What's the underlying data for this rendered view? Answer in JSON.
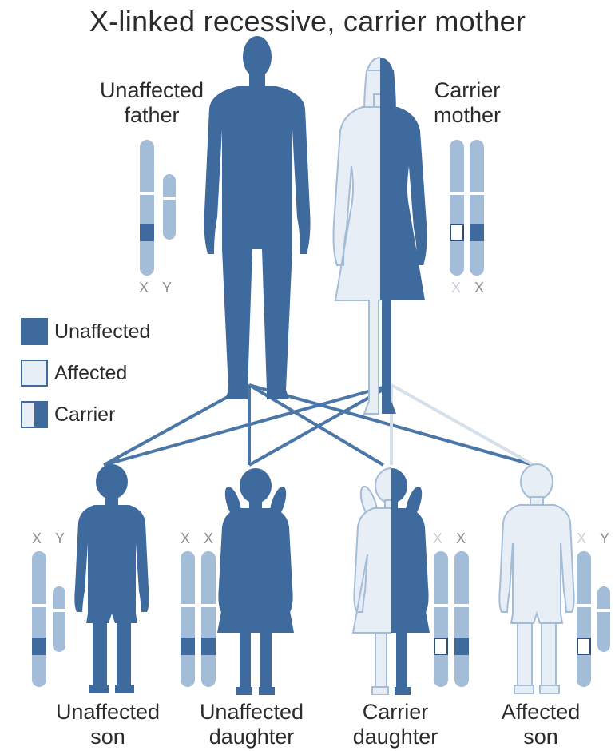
{
  "title": "X-linked recessive, carrier mother",
  "colors": {
    "dark": "#3e6a9e",
    "light": "#e8eef5",
    "chromosome": "#a3bcd8",
    "line": "#4a76a8",
    "line_light": "#d6e0ea"
  },
  "parents": {
    "father": {
      "label_line1": "Unaffected",
      "label_line2": "father",
      "chrom_label_1": "X",
      "chrom_label_2": "Y"
    },
    "mother": {
      "label_line1": "Carrier",
      "label_line2": "mother",
      "chrom_label_1": "X",
      "chrom_label_2": "X"
    }
  },
  "legend": [
    {
      "label": "Unaffected",
      "style": "solid"
    },
    {
      "label": "Affected",
      "style": "light"
    },
    {
      "label": "Carrier",
      "style": "half"
    }
  ],
  "children": [
    {
      "label_line1": "Unaffected",
      "label_line2": "son",
      "chrom_label_1": "X",
      "chrom_label_2": "Y"
    },
    {
      "label_line1": "Unaffected",
      "label_line2": "daughter",
      "chrom_label_1": "X",
      "chrom_label_2": "X"
    },
    {
      "label_line1": "Carrier",
      "label_line2": "daughter",
      "chrom_label_1": "X",
      "chrom_label_2": "X"
    },
    {
      "label_line1": "Affected",
      "label_line2": "son",
      "chrom_label_1": "X",
      "chrom_label_2": "Y"
    }
  ]
}
